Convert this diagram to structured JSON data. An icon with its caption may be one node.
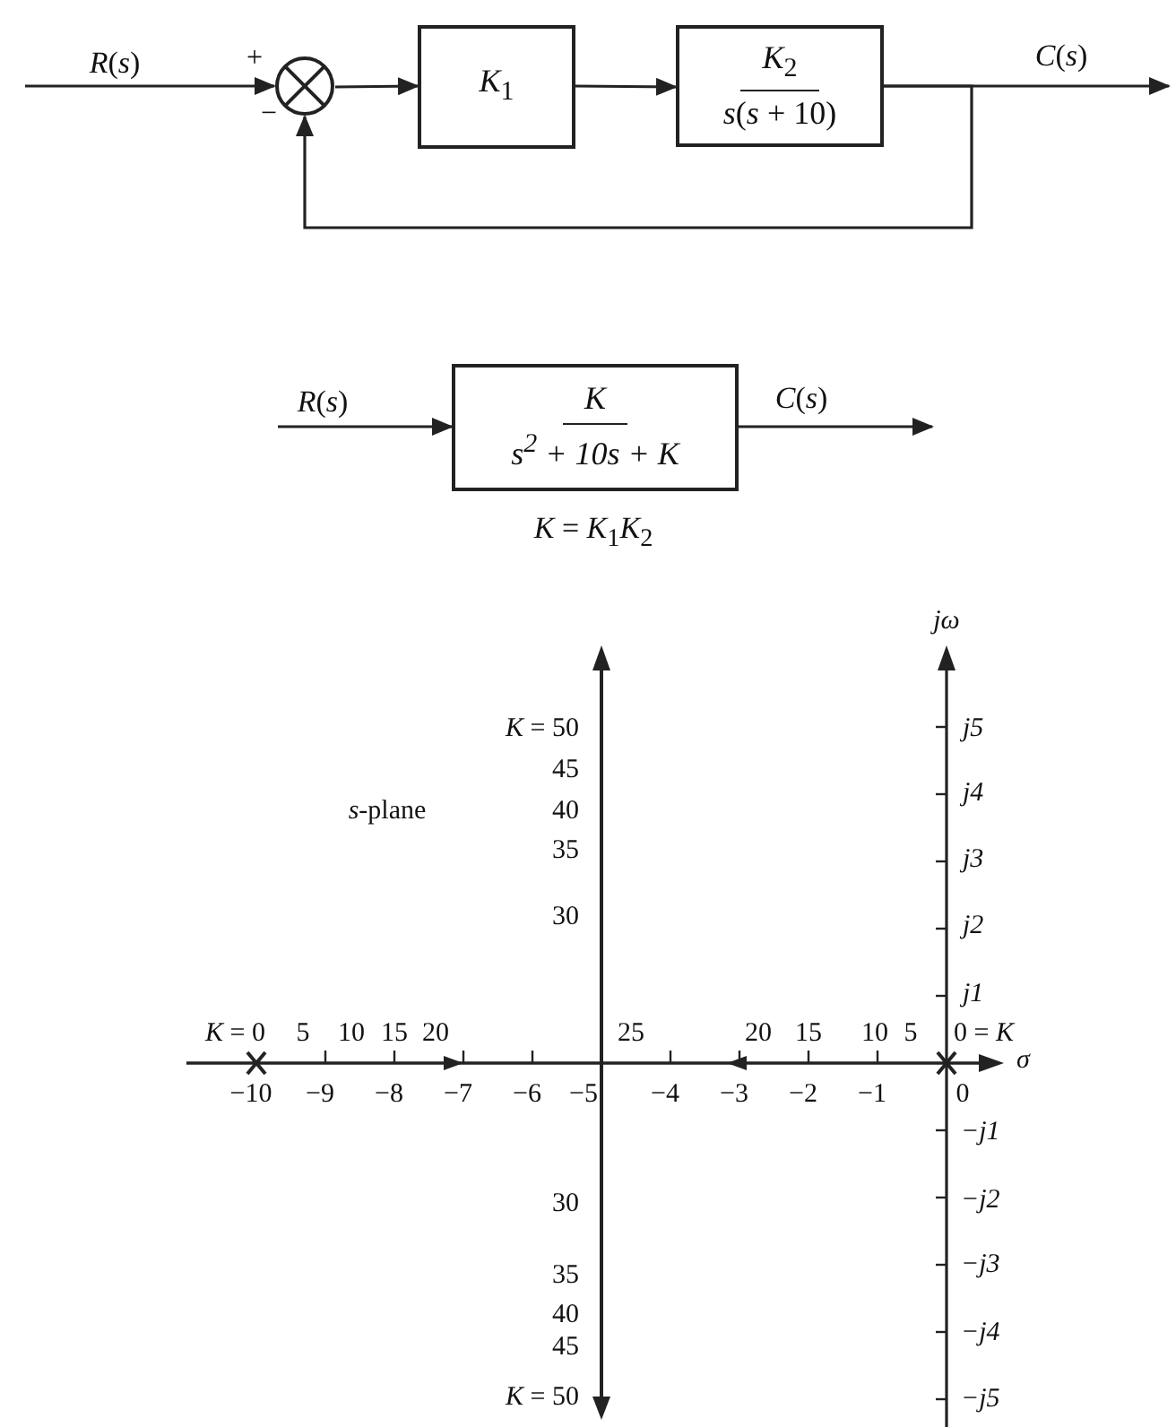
{
  "diagram": {
    "nodes": [
      {
        "text": [],
        "shape": "circle",
        "beside": [
          "+",
          "−"
        ]
      },
      {
        "text": [
          "*K*$_{1}$"
        ]
      },
      {
        "text": [
          "*K*$_{2}$",
          "*s*(*s* + 10)"
        ]
      },
      {
        "text": [
          "*K*",
          "s$^{2}$ + 10s + K"
        ],
        "beside": [
          "*K* = *K*$_{1}$*K*$_{2}$"
        ]
      }
    ],
    "edges": [
      {
        "from": null,
        "to": 0,
        "arrow": "to",
        "label": "*R*(*s*)"
      },
      {
        "from": 0,
        "to": 1,
        "arrow": "to"
      },
      {
        "from": 1,
        "to": 2,
        "arrow": "to"
      },
      {
        "from": 2,
        "to": null,
        "arrow": "to",
        "label": "*C*(*s*)"
      },
      {
        "from": 2,
        "to": 0,
        "arrow": "to"
      },
      {
        "from": null,
        "to": 3,
        "arrow": "to",
        "label": "*R*(*s*)"
      },
      {
        "from": 3,
        "to": null,
        "arrow": "to",
        "label": "*C*(*s*)"
      }
    ],
    "labels": [
      "jω",
      "*K* = 50",
      "j5",
      "45",
      "j4",
      "*s*-plane",
      "40",
      "35",
      "j3",
      "30",
      "j2",
      "j1",
      "*K* = 0",
      "5",
      "10",
      "15",
      "20",
      "25",
      "20",
      "15",
      "10",
      "5",
      "0 = *K*",
      "σ",
      "−10",
      "−9",
      "−8",
      "−7",
      "−6",
      "−5",
      "−4",
      "−3",
      "−2",
      "−1",
      "0",
      "−j1",
      "30",
      "−j2",
      "35",
      "−j3",
      "40",
      "−j4",
      "45",
      "*K* = 50",
      "−j5"
    ]
  }
}
